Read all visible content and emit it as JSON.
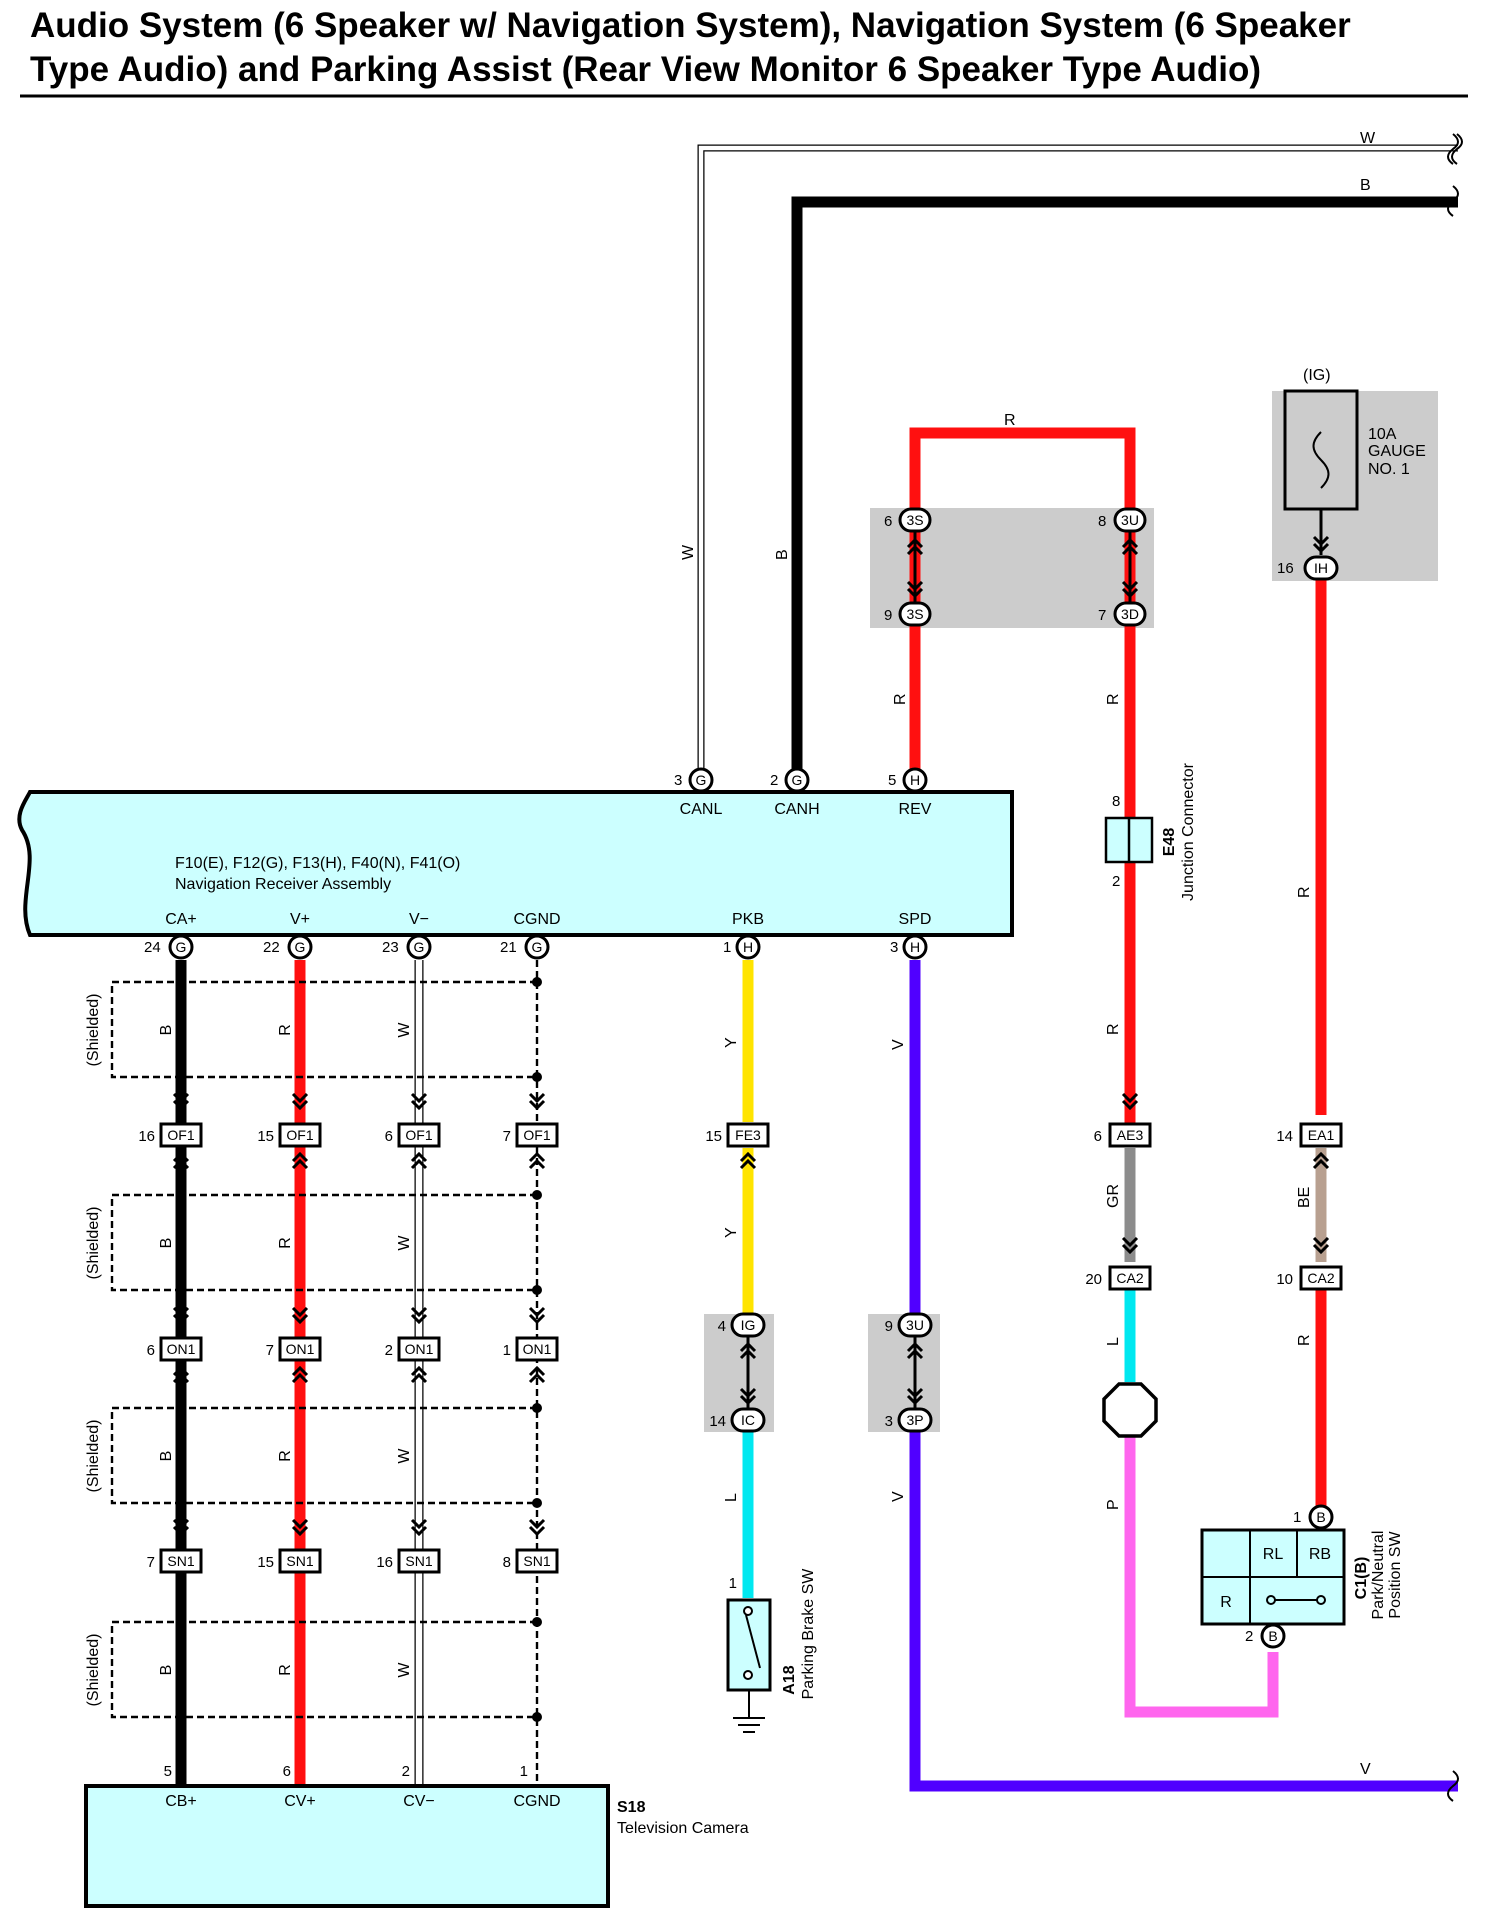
{
  "title": {
    "line1": "Audio System (6 Speaker w/ Navigation System), Navigation System (6 Speaker",
    "line2": "Type Audio) and Parking Assist (Rear View Monitor 6 Speaker Type Audio)"
  },
  "colors": {
    "B": "#000000",
    "W": "#ffffff",
    "R": "#ff1010",
    "Y": "#ffe400",
    "V": "#5000ff",
    "L": "#00e8f0",
    "GR": "#8c8c8c",
    "BE": "#b8a090",
    "P": "#ff66ee",
    "component_fill": "#ccffff",
    "shade": "#cccccc"
  },
  "top_wires": {
    "w_label": "W",
    "b_label": "B"
  },
  "navigation": {
    "codes": "F10(E), F12(G), F13(H), F40(N), F41(O)",
    "name": "Navigation Receiver Assembly",
    "top_pins": [
      {
        "num": "3",
        "conn": "G",
        "label": "CANL"
      },
      {
        "num": "2",
        "conn": "G",
        "label": "CANH"
      },
      {
        "num": "5",
        "conn": "H",
        "label": "REV"
      }
    ],
    "bottom_pins": [
      {
        "num": "24",
        "conn": "G",
        "label": "CA+"
      },
      {
        "num": "22",
        "conn": "G",
        "label": "V+"
      },
      {
        "num": "23",
        "conn": "G",
        "label": "V−"
      },
      {
        "num": "21",
        "conn": "G",
        "label": "CGND"
      },
      {
        "num": "1",
        "conn": "H",
        "label": "PKB"
      },
      {
        "num": "3",
        "conn": "H",
        "label": "SPD"
      }
    ]
  },
  "camera": {
    "code": "S18",
    "name": "Television Camera",
    "pins": [
      {
        "num": "5",
        "label": "CB+"
      },
      {
        "num": "6",
        "label": "CV+"
      },
      {
        "num": "2",
        "label": "CV−"
      },
      {
        "num": "1",
        "label": "CGND"
      }
    ]
  },
  "shielded_label": "(Shielded)",
  "camera_wire_colors": [
    "B",
    "R",
    "W"
  ],
  "camera_connectors": {
    "of1": {
      "name": "OF1",
      "pins": [
        "16",
        "15",
        "6",
        "7"
      ]
    },
    "on1": {
      "name": "ON1",
      "pins": [
        "6",
        "7",
        "2",
        "1"
      ]
    },
    "sn1": {
      "name": "SN1",
      "pins": [
        "7",
        "15",
        "16",
        "8"
      ]
    }
  },
  "pkb": {
    "wire1": "Y",
    "fe3": {
      "num": "15",
      "name": "FE3"
    },
    "wire2": "Y",
    "ig_top": {
      "num": "4",
      "name": "IG"
    },
    "ic_bot": {
      "num": "14",
      "name": "IC"
    },
    "wire3": "L",
    "switch": {
      "num": "1",
      "code": "A18",
      "name": "Parking Brake SW"
    }
  },
  "spd": {
    "wire1": "V",
    "u3_top": {
      "num": "9",
      "name": "3U"
    },
    "p3_bot": {
      "num": "3",
      "name": "3P"
    },
    "wire2": "V",
    "wire_bottom": "V"
  },
  "rev": {
    "top_wire": "R",
    "s3_top": {
      "num": "6",
      "name": "3S"
    },
    "s3_bot": {
      "num": "9",
      "name": "3S"
    },
    "u3_top": {
      "num": "8",
      "name": "3U"
    },
    "d3_bot": {
      "num": "7",
      "name": "3D"
    },
    "wire_left": "R",
    "wire_right": "R",
    "junction": {
      "code": "E48",
      "name": "Junction Connector",
      "pin_top": "8",
      "pin_bot": "2"
    },
    "wire_r2": "R",
    "ae3": {
      "num": "6",
      "name": "AE3"
    },
    "wire_gr": "GR",
    "ca2": {
      "num": "20",
      "name": "CA2"
    },
    "wire_l": "L",
    "wire_p": "P"
  },
  "gauge": {
    "ig_label": "(IG)",
    "fuse_line1": "10A",
    "fuse_line2": "GAUGE",
    "fuse_line3": "NO. 1",
    "ih": {
      "num": "16",
      "name": "IH"
    },
    "wire_r": "R",
    "ea1": {
      "num": "14",
      "name": "EA1"
    },
    "wire_be": "BE",
    "ca2": {
      "num": "10",
      "name": "CA2"
    },
    "wire_r2": "R"
  },
  "pn_switch": {
    "code": "C1(B)",
    "line1": "Park/Neutral",
    "line2": "Position SW",
    "pin_top": {
      "num": "1",
      "conn": "B"
    },
    "pin_bot": {
      "num": "2",
      "conn": "B"
    },
    "cells": [
      "RL",
      "RB",
      "R"
    ]
  }
}
